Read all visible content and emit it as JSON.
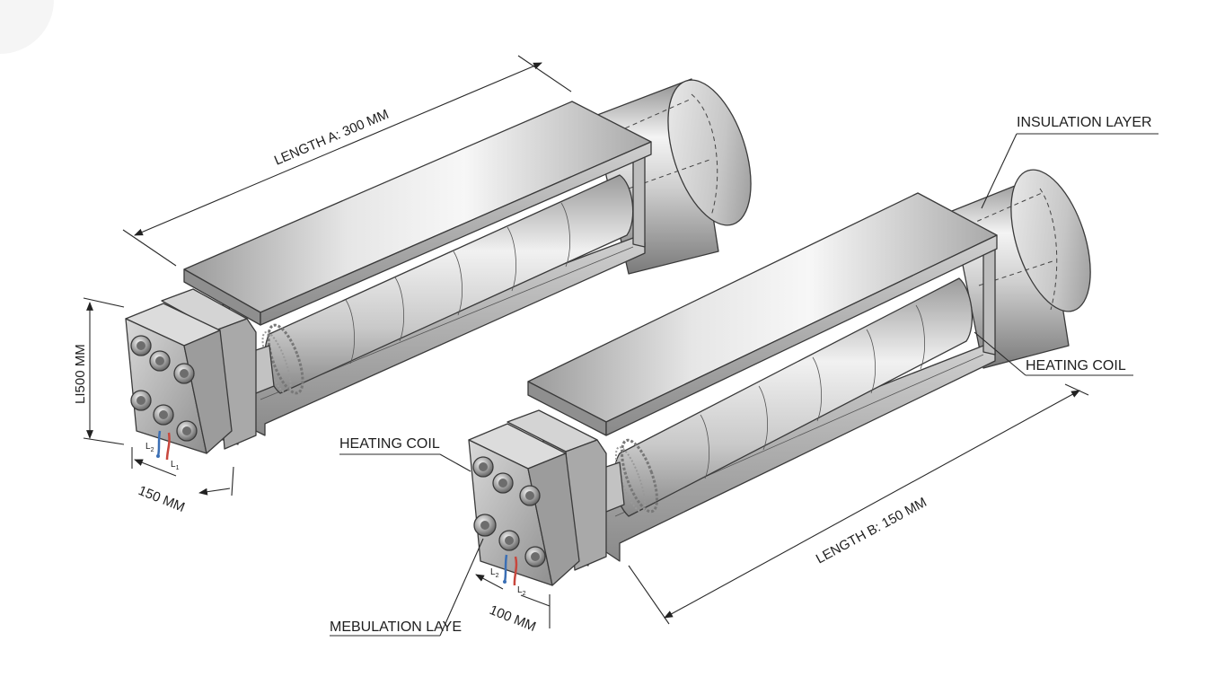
{
  "labels": {
    "length_a": "LENGTH A: 300 MM",
    "length_b": "LENGTH B: 150 MM",
    "height": "LI500 MM",
    "width_a": "150 MM",
    "width_b": "100 MM",
    "insulation_layer": "INSULATION LAYER",
    "heating_coil_right": "HEATING COIL",
    "heating_coil_left": "HEATING COIL",
    "mebulation_layer": "MEBULATION LAYE"
  },
  "wire_labels": {
    "a_l2": "L",
    "a_l2_sub": "2",
    "a_l1": "L",
    "a_l1_sub": "1",
    "b_l2": "L",
    "b_l2_sub": "2",
    "b_l2b": "L",
    "b_l2b_sub": "2"
  },
  "colors": {
    "metal_light": "#f2f2f2",
    "metal_mid": "#bdbdbd",
    "metal_dark": "#7d7d7d",
    "wire_blue": "#3b6fb5",
    "wire_red": "#c8473d"
  }
}
